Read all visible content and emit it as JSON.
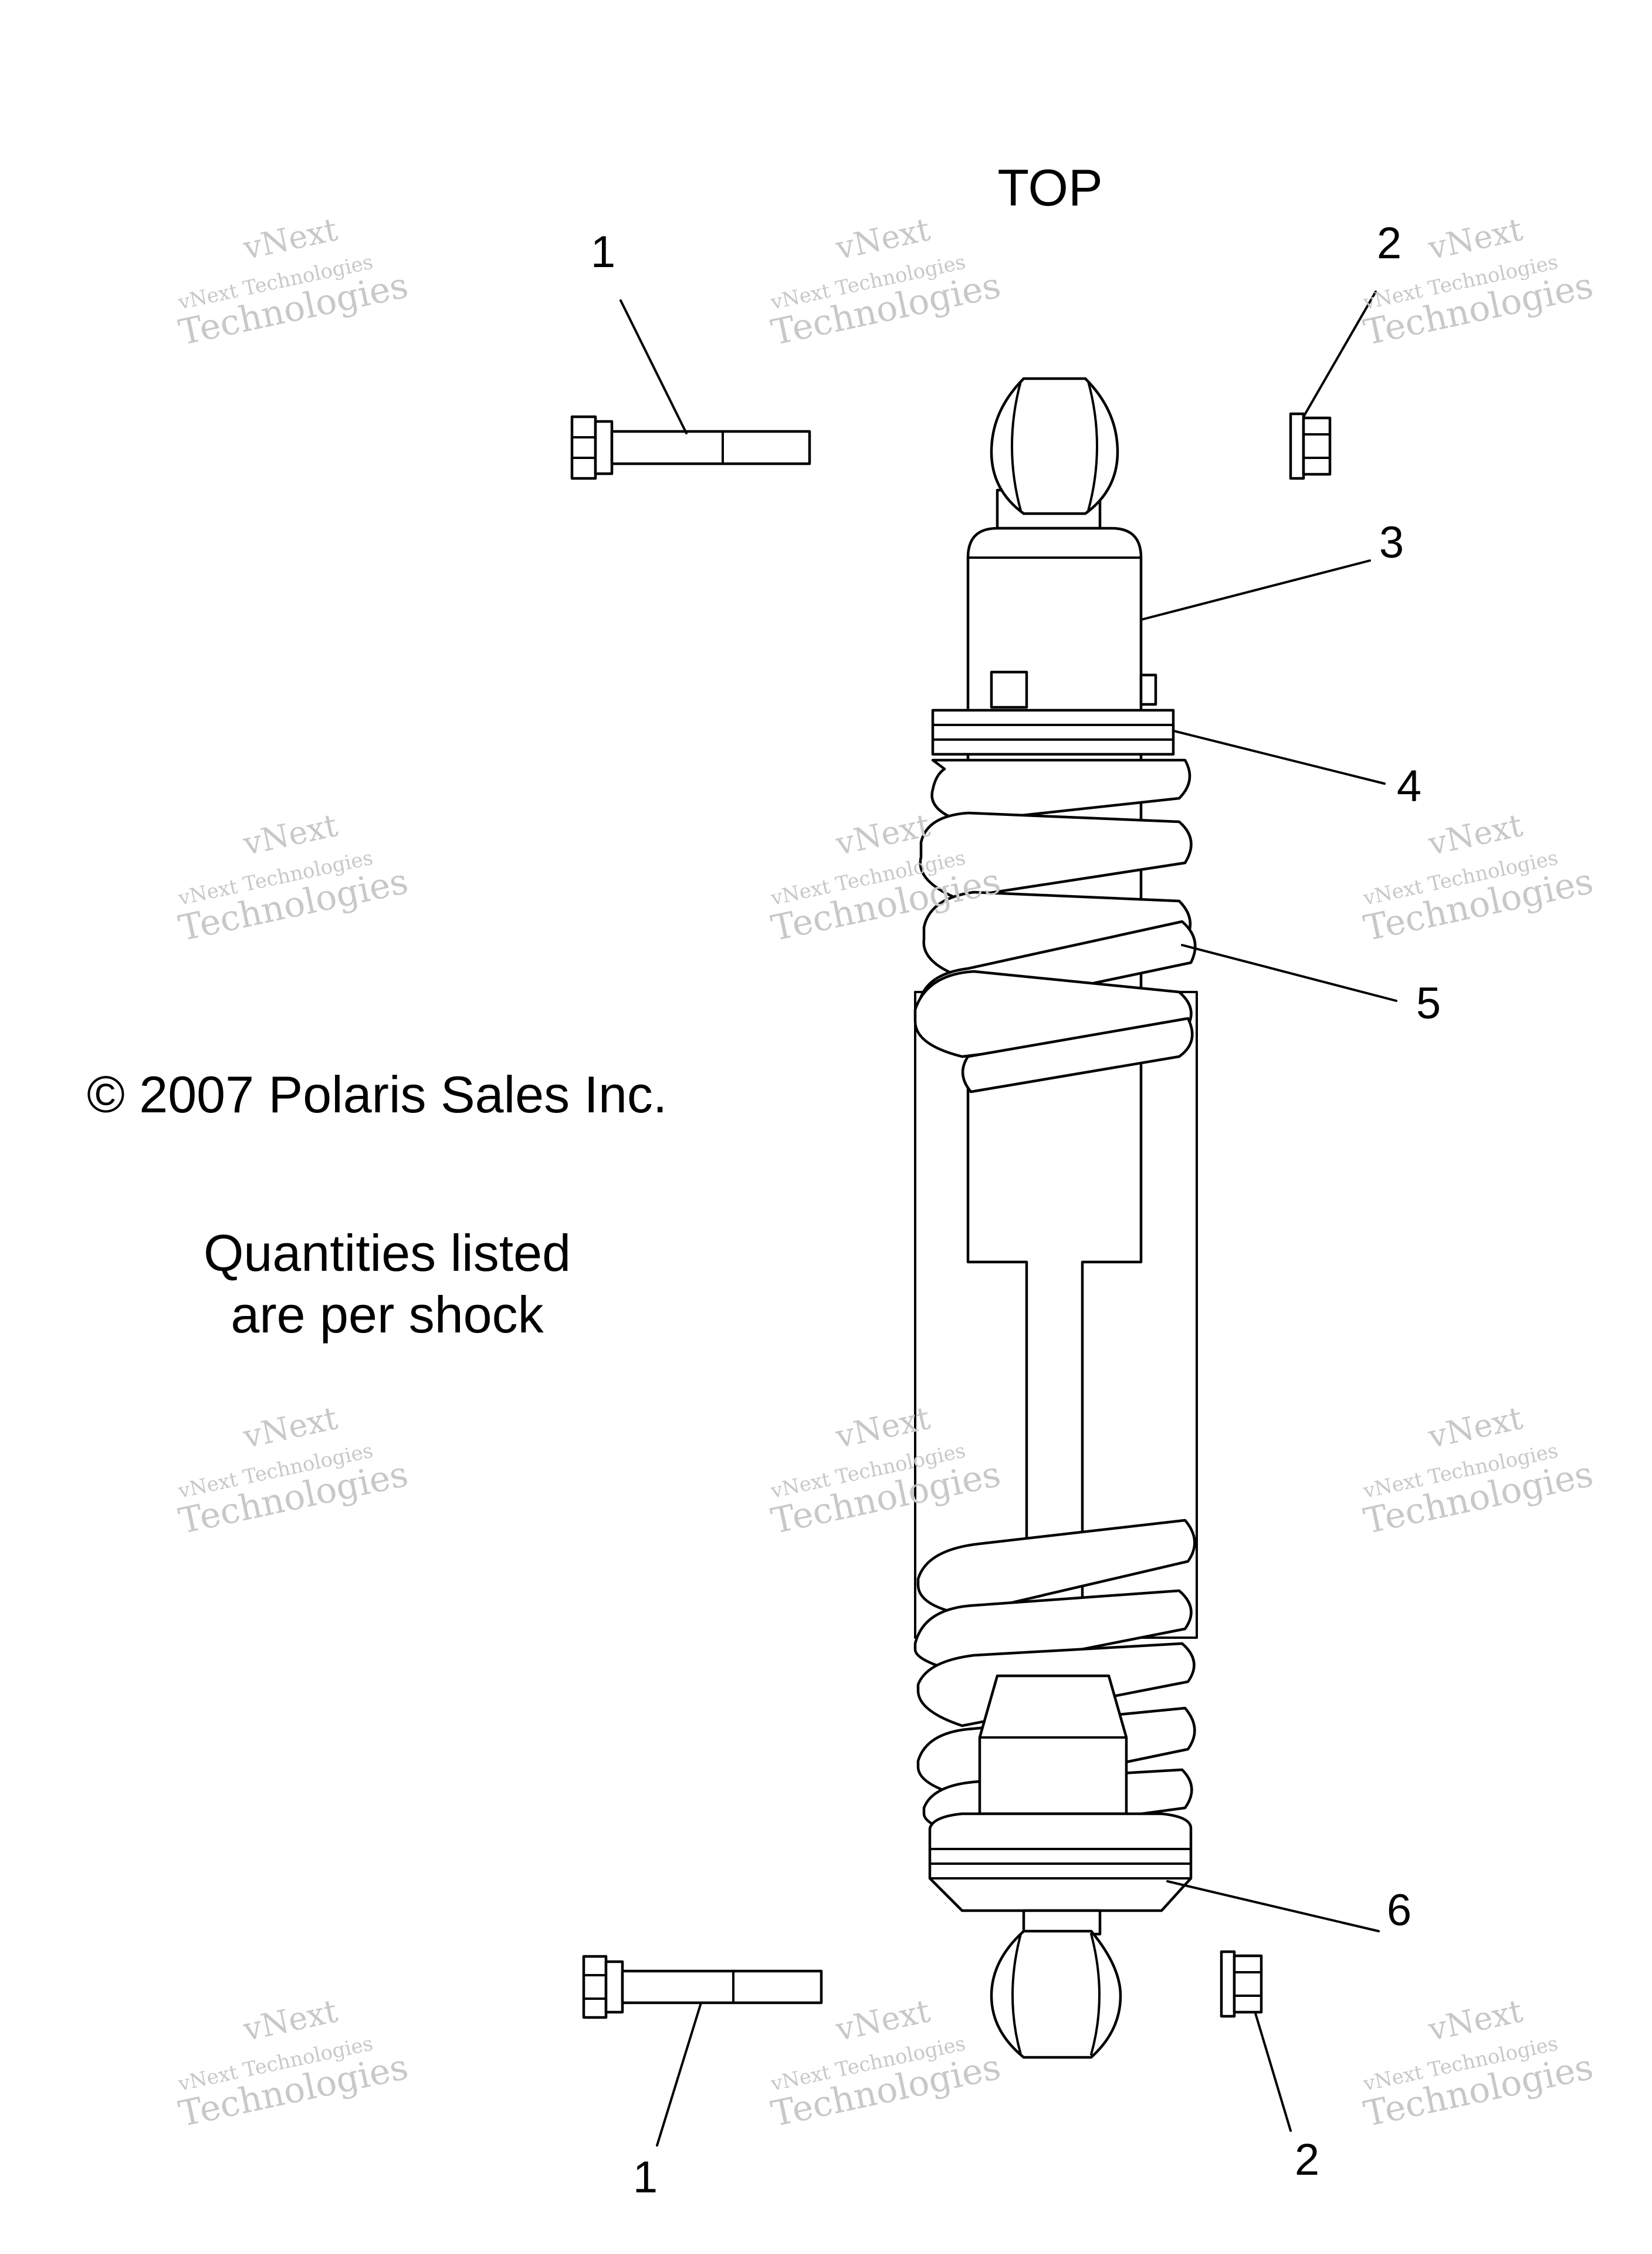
{
  "diagram": {
    "top_label": "TOP",
    "copyright": "© 2007 Polaris Sales Inc.",
    "note_line1": "Quantities listed",
    "note_line2": "are per shock",
    "callouts": {
      "c1_top": "1",
      "c2_top": "2",
      "c3": "3",
      "c4": "4",
      "c5": "5",
      "c6": "6",
      "c1_bottom": "1",
      "c2_bottom": "2"
    },
    "watermark": {
      "line1": "vNext",
      "line2": "vNext Technologies",
      "line3": "Technologies"
    }
  }
}
